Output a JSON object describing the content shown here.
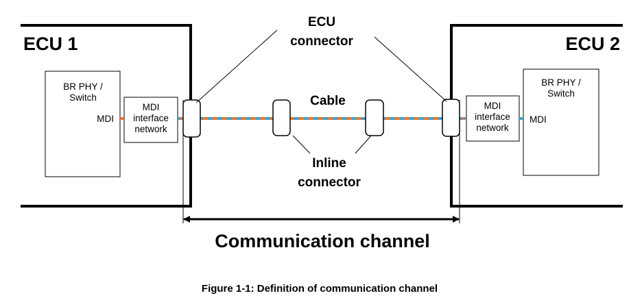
{
  "ecu1": {
    "title": "ECU 1",
    "phy_line1": "BR PHY /",
    "phy_line2": "Switch",
    "mdi": "MDI",
    "mdi_net_line1": "MDI",
    "mdi_net_line2": "interface",
    "mdi_net_line3": "network"
  },
  "ecu2": {
    "title": "ECU 2",
    "phy_line1": "BR PHY /",
    "phy_line2": "Switch",
    "mdi": "MDI",
    "mdi_net_line1": "MDI",
    "mdi_net_line2": "interface",
    "mdi_net_line3": "network"
  },
  "labels": {
    "ecu_connector_line1": "ECU",
    "ecu_connector_line2": "connector",
    "cable": "Cable",
    "inline_connector_line1": "Inline",
    "inline_connector_line2": "connector",
    "channel": "Communication channel"
  },
  "caption": "Figure 1-1: Definition of communication channel",
  "colors": {
    "line": "#000000",
    "cable_orange": "#e8772e",
    "cable_blue": "#3f9fcf"
  }
}
